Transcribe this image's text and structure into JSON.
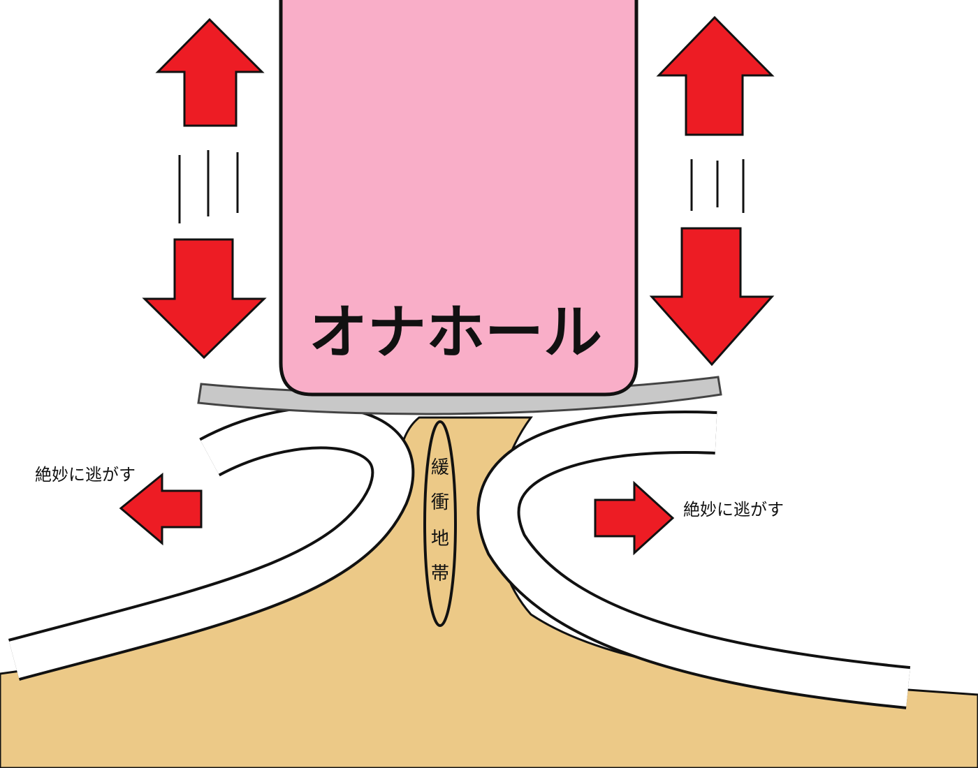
{
  "labels": {
    "device": "オナホール",
    "release_left": "絶妙に逃がす",
    "release_right": "絶妙に逃がす",
    "buffer_zone": [
      "緩",
      "衝",
      "地",
      "帯"
    ]
  },
  "colors": {
    "device_fill": "#f9aec8",
    "arrow_red": "#ed1c24",
    "plate_gray": "#c8c8c8",
    "ground_tan": "#ecc987",
    "outline": "#111111"
  }
}
